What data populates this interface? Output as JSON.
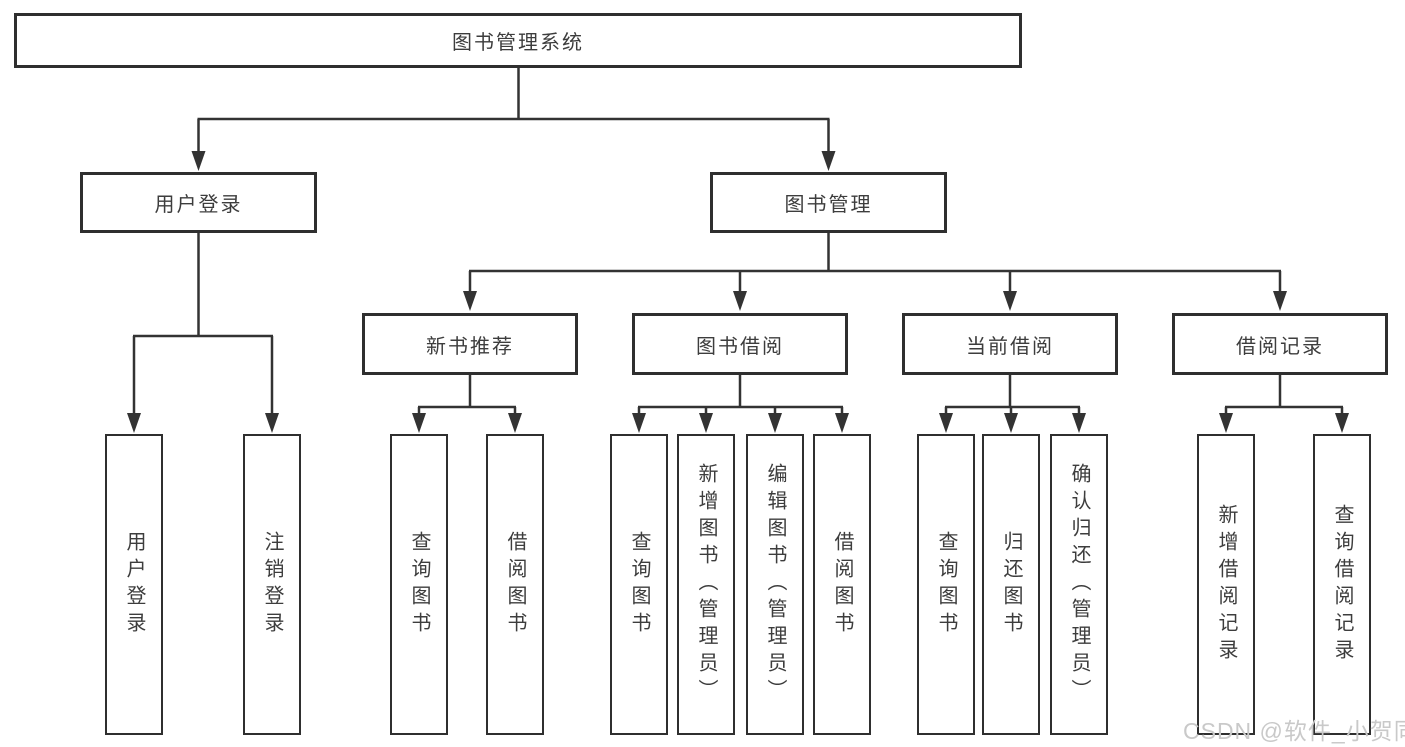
{
  "diagram": {
    "root": {
      "label": "图书管理系统"
    },
    "level2": [
      {
        "label": "用户登录"
      },
      {
        "label": "图书管理"
      }
    ],
    "level3": [
      {
        "label": "新书推荐"
      },
      {
        "label": "图书借阅"
      },
      {
        "label": "当前借阅"
      },
      {
        "label": "借阅记录"
      }
    ],
    "leaves": {
      "user_login": [
        {
          "label": "用户登录"
        },
        {
          "label": "注销登录"
        }
      ],
      "new_books": [
        {
          "label": "查询图书"
        },
        {
          "label": "借阅图书"
        }
      ],
      "book_borrow": [
        {
          "label": "查询图书"
        },
        {
          "label": "新增图书（管理员）"
        },
        {
          "label": "编辑图书（管理员）"
        },
        {
          "label": "借阅图书"
        }
      ],
      "current_borrow": [
        {
          "label": "查询图书"
        },
        {
          "label": "归还图书"
        },
        {
          "label": "确认归还（管理员）"
        }
      ],
      "borrow_records": [
        {
          "label": "新增借阅记录"
        },
        {
          "label": "查询借阅记录"
        }
      ]
    }
  },
  "watermark": {
    "text": "CSDN @软件_小贺同学"
  },
  "colors": {
    "line": "#333333",
    "box-border": "#2f2f2f",
    "text": "#3d3d3d",
    "watermark": "#c9c9c9",
    "bg": "#ffffff"
  }
}
